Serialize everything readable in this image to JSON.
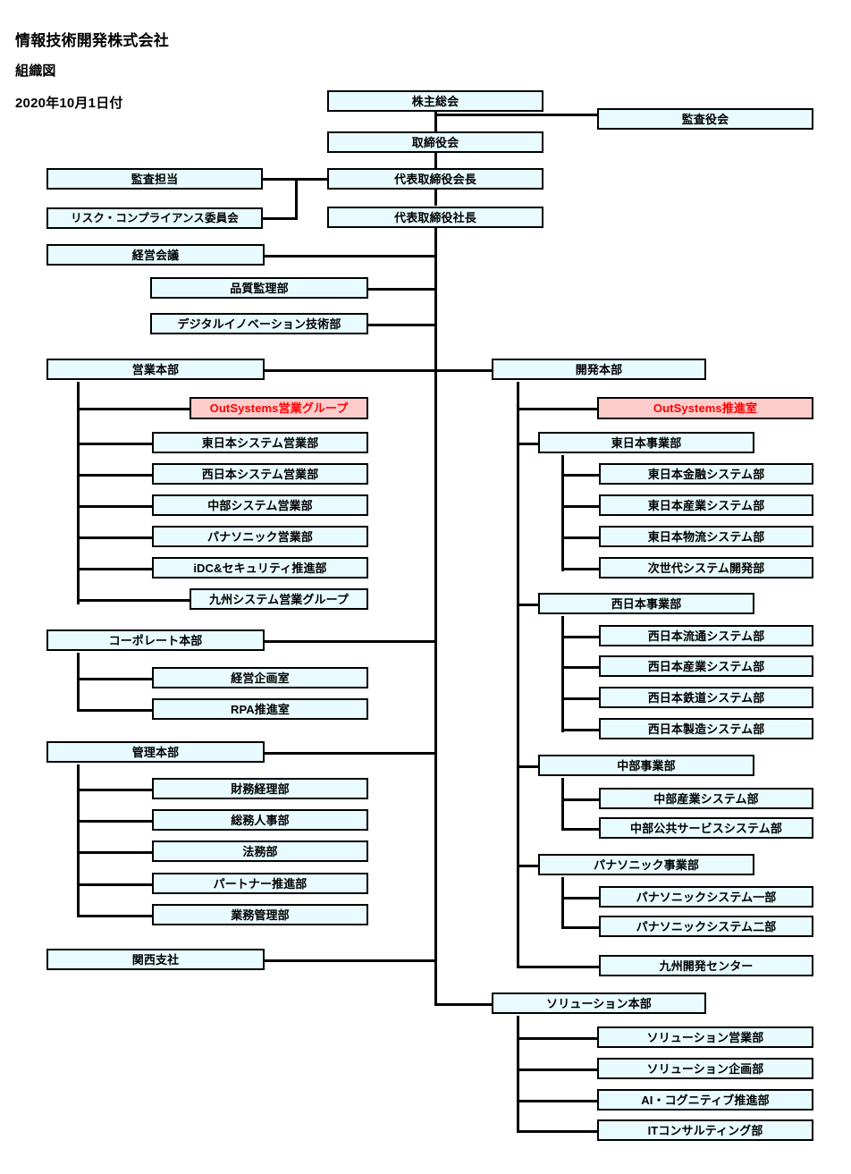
{
  "header": {
    "company": "情報技術開発株式会社",
    "subtitle": "組織図",
    "date": "2020年10月1日付"
  },
  "colors": {
    "box_fill": "#E8FBFF",
    "box_border": "#000000",
    "highlight_fill": "#FFCCCC",
    "highlight_text": "#FF0000",
    "line": "#000000",
    "text": "#000000"
  },
  "chart_data": {
    "type": "diagram",
    "title": "情報技術開発株式会社 組織図 2020年10月1日付",
    "nodes": [
      {
        "id": "shareholders",
        "label": "株主総会",
        "highlight": false
      },
      {
        "id": "auditors-board",
        "label": "監査役会",
        "highlight": false
      },
      {
        "id": "board",
        "label": "取締役会",
        "highlight": false
      },
      {
        "id": "audit-charge",
        "label": "監査担当",
        "highlight": false
      },
      {
        "id": "chairman",
        "label": "代表取締役会長",
        "highlight": false
      },
      {
        "id": "risk-committee",
        "label": "リスク・コンプライアンス委員会",
        "highlight": false
      },
      {
        "id": "president",
        "label": "代表取締役社長",
        "highlight": false
      },
      {
        "id": "mgmt-meeting",
        "label": "経営会議",
        "highlight": false
      },
      {
        "id": "quality-audit",
        "label": "品質監理部",
        "highlight": false
      },
      {
        "id": "digital-innovation",
        "label": "デジタルイノベーション技術部",
        "highlight": false
      },
      {
        "id": "sales-hq",
        "label": "営業本部",
        "highlight": false
      },
      {
        "id": "dev-hq",
        "label": "開発本部",
        "highlight": false
      },
      {
        "id": "outsystems-sales",
        "label": "OutSystems営業グループ",
        "highlight": true
      },
      {
        "id": "outsystems-promo",
        "label": "OutSystems推進室",
        "highlight": true
      },
      {
        "id": "east-system-sales",
        "label": "東日本システム営業部",
        "highlight": false
      },
      {
        "id": "east-div",
        "label": "東日本事業部",
        "highlight": false
      },
      {
        "id": "west-system-sales",
        "label": "西日本システム営業部",
        "highlight": false
      },
      {
        "id": "east-finance-sys",
        "label": "東日本金融システム部",
        "highlight": false
      },
      {
        "id": "chubu-system-sales",
        "label": "中部システム営業部",
        "highlight": false
      },
      {
        "id": "east-industry-sys",
        "label": "東日本産業システム部",
        "highlight": false
      },
      {
        "id": "panasonic-sales",
        "label": "パナソニック営業部",
        "highlight": false
      },
      {
        "id": "east-logistics-sys",
        "label": "東日本物流システム部",
        "highlight": false
      },
      {
        "id": "idc-security",
        "label": "iDC&セキュリティ推進部",
        "highlight": false
      },
      {
        "id": "nextgen-sys-dev",
        "label": "次世代システム開発部",
        "highlight": false
      },
      {
        "id": "kyushu-system-sales",
        "label": "九州システム営業グループ",
        "highlight": false
      },
      {
        "id": "west-div",
        "label": "西日本事業部",
        "highlight": false
      },
      {
        "id": "corporate-hq",
        "label": "コーポレート本部",
        "highlight": false
      },
      {
        "id": "west-distribution-sys",
        "label": "西日本流通システム部",
        "highlight": false
      },
      {
        "id": "mgmt-planning",
        "label": "経営企画室",
        "highlight": false
      },
      {
        "id": "west-industry-sys",
        "label": "西日本産業システム部",
        "highlight": false
      },
      {
        "id": "rpa-promo",
        "label": "RPA推進室",
        "highlight": false
      },
      {
        "id": "west-railway-sys",
        "label": "西日本鉄道システム部",
        "highlight": false
      },
      {
        "id": "west-manufacturing-sys",
        "label": "西日本製造システム部",
        "highlight": false
      },
      {
        "id": "admin-hq",
        "label": "管理本部",
        "highlight": false
      },
      {
        "id": "chubu-div",
        "label": "中部事業部",
        "highlight": false
      },
      {
        "id": "finance-accounting",
        "label": "財務経理部",
        "highlight": false
      },
      {
        "id": "chubu-industry-sys",
        "label": "中部産業システム部",
        "highlight": false
      },
      {
        "id": "general-affairs-hr",
        "label": "総務人事部",
        "highlight": false
      },
      {
        "id": "chubu-public-service-sys",
        "label": "中部公共サービスシステム部",
        "highlight": false
      },
      {
        "id": "legal",
        "label": "法務部",
        "highlight": false
      },
      {
        "id": "panasonic-div",
        "label": "パナソニック事業部",
        "highlight": false
      },
      {
        "id": "partner-promo",
        "label": "パートナー推進部",
        "highlight": false
      },
      {
        "id": "panasonic-sys-1",
        "label": "パナソニックシステム一部",
        "highlight": false
      },
      {
        "id": "business-admin",
        "label": "業務管理部",
        "highlight": false
      },
      {
        "id": "panasonic-sys-2",
        "label": "パナソニックシステム二部",
        "highlight": false
      },
      {
        "id": "kyushu-dev-center",
        "label": "九州開発センター",
        "highlight": false
      },
      {
        "id": "kansai-branch",
        "label": "関西支社",
        "highlight": false
      },
      {
        "id": "solution-hq",
        "label": "ソリューション本部",
        "highlight": false
      },
      {
        "id": "solution-sales",
        "label": "ソリューション営業部",
        "highlight": false
      },
      {
        "id": "solution-planning",
        "label": "ソリューション企画部",
        "highlight": false
      },
      {
        "id": "ai-cognitive",
        "label": "AI・コグニティブ推進部",
        "highlight": false
      },
      {
        "id": "it-consulting",
        "label": "ITコンサルティング部",
        "highlight": false
      }
    ]
  }
}
